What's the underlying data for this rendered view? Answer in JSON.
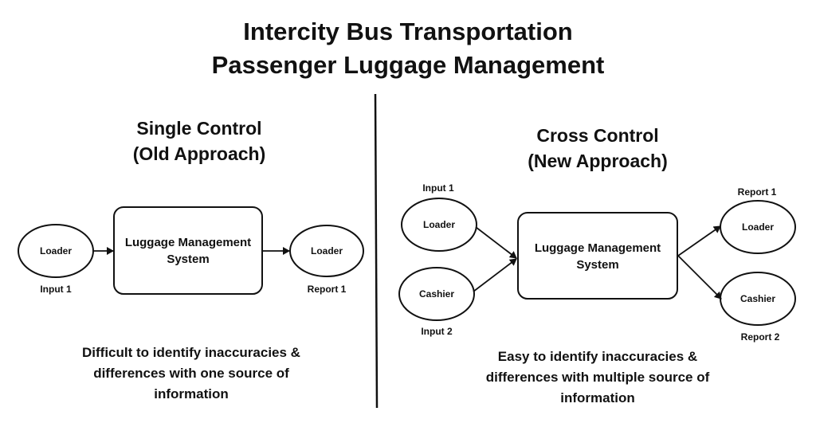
{
  "title": {
    "line1": "Intercity Bus Transportation",
    "line2": "Passenger Luggage Management"
  },
  "left": {
    "heading_line1": "Single Control",
    "heading_line2": "(Old  Approach)",
    "input_node": "Loader",
    "input_label": "Input 1",
    "system_line1": "Luggage Management",
    "system_line2": "System",
    "output_node": "Loader",
    "output_label": "Report 1",
    "caption_line1": "Difficult to identify inaccuracies &",
    "caption_line2": "differences with one source of",
    "caption_line3": "information"
  },
  "right": {
    "heading_line1": "Cross Control",
    "heading_line2": "(New  Approach)",
    "input1_label": "Input 1",
    "input1_node": "Loader",
    "input2_node": "Cashier",
    "input2_label": "Input 2",
    "system_line1": "Luggage Management",
    "system_line2": "System",
    "report1_label": "Report 1",
    "report1_node": "Loader",
    "report2_node": "Cashier",
    "report2_label": "Report 2",
    "caption_line1": "Easy to identify inaccuracies &",
    "caption_line2": "differences with multiple source of",
    "caption_line3": "information"
  }
}
